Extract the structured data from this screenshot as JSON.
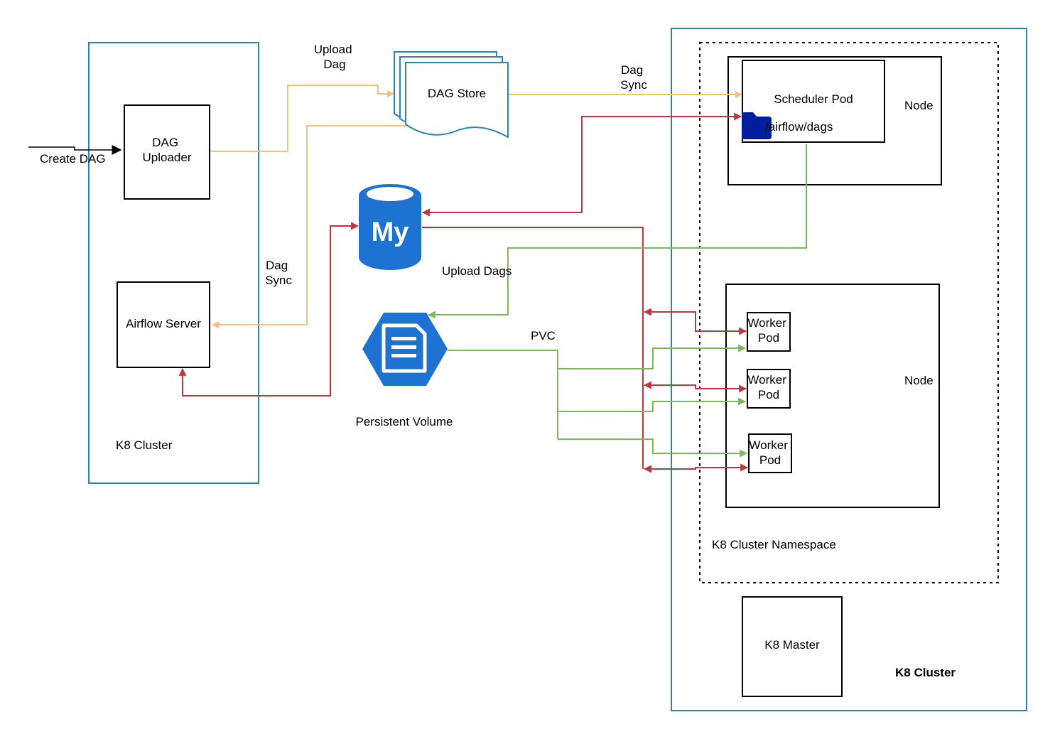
{
  "colors": {
    "cluster_border": "#2a86a8",
    "box_border": "#000000",
    "arrow_orange": "#f5c07a",
    "arrow_red": "#c0363f",
    "arrow_green": "#7cb958",
    "blue_icon": "#1e73d2",
    "folder_icon": "#001f9c"
  },
  "left_cluster": {
    "label": "K8 Cluster"
  },
  "right_cluster": {
    "label": "K8 Cluster",
    "namespace_label": "K8 Cluster Namespace",
    "master_label": "K8 Master"
  },
  "nodes": {
    "dag_uploader": [
      "DAG",
      "Uploader"
    ],
    "airflow_server": "Airflow Server",
    "dag_store": "DAG Store",
    "scheduler_pod": "Scheduler Pod",
    "scheduler_folder": "/airflow/dags",
    "scheduler_node_label": "Node",
    "worker_node_label": "Node",
    "worker_pods": [
      [
        "Worker",
        "Pod"
      ],
      [
        "Worker",
        "Pod"
      ],
      [
        "Worker",
        "Pod"
      ]
    ],
    "mysql_logo": "My",
    "persistent_volume": "Persistent Volume"
  },
  "edge_labels": {
    "create_dag": "Create DAG",
    "upload_dag": [
      "Upload",
      "Dag"
    ],
    "dag_sync_top": [
      "Dag",
      "Sync"
    ],
    "dag_sync_left": [
      "Dag",
      "Sync"
    ],
    "upload_dags": "Upload Dags",
    "pvc": "PVC"
  },
  "icons": {
    "mysql": "database-icon",
    "volume": "document-hexagon-icon",
    "folder": "folder-icon",
    "dag_store": "document-stack-icon"
  }
}
